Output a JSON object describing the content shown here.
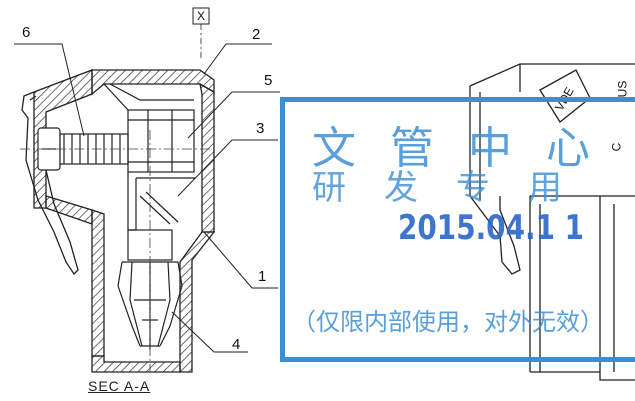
{
  "callouts": {
    "c6": "6",
    "c2": "2",
    "c5": "5",
    "c3": "3",
    "c1": "1",
    "c4": "4"
  },
  "datum_symbol": "X",
  "section_label": "SEC A-A",
  "stamp": {
    "line1": "文管中心",
    "line2": "研发专用",
    "date": "2015.04.1 1",
    "note": "（仅限内部使用，对外无效）",
    "color": "#3b8fd6"
  },
  "cert_mark": {
    "triangle_text": "VDE",
    "side_text_1": "US",
    "side_text_2": "C"
  }
}
